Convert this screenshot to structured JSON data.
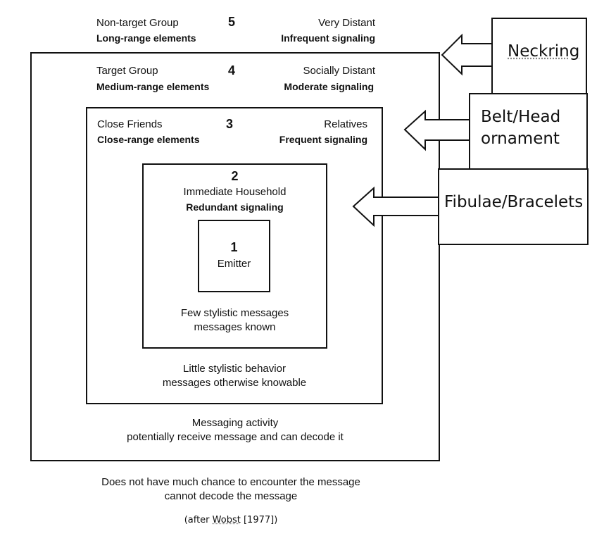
{
  "level5": {
    "left_title": "Non-target Group",
    "left_sub": "Long-range elements",
    "number": "5",
    "right_title": "Very Distant",
    "right_sub": "Infrequent signaling"
  },
  "level4": {
    "left_title": "Target Group",
    "left_sub": "Medium-range elements",
    "number": "4",
    "right_title": "Socially Distant",
    "right_sub": "Moderate signaling"
  },
  "level3": {
    "left_title": "Close Friends",
    "left_sub": "Close-range elements",
    "number": "3",
    "right_title": "Relatives",
    "right_sub": "Frequent signaling"
  },
  "level2": {
    "number": "2",
    "title": "Immediate Household",
    "sub": "Redundant signaling",
    "note_line1": "Few stylistic messages",
    "note_line2": "messages known"
  },
  "level1": {
    "number": "1",
    "title": "Emitter"
  },
  "level3_note": {
    "line1": "Little stylistic behavior",
    "line2": "messages otherwise knowable"
  },
  "level4_note": {
    "line1": "Messaging activity",
    "line2": "potentially receive message and can decode it"
  },
  "level5_note": {
    "line1": "Does not have much chance to encounter the message",
    "line2": "cannot decode the message"
  },
  "citation": {
    "prefix": "(after ",
    "author": "Wobst",
    "suffix": " [1977])"
  },
  "labels": {
    "neckring": "Neckring",
    "belt_line1": "Belt/Head",
    "belt_line2": "ornament",
    "fibulae": "Fibulae/Bracelets"
  }
}
